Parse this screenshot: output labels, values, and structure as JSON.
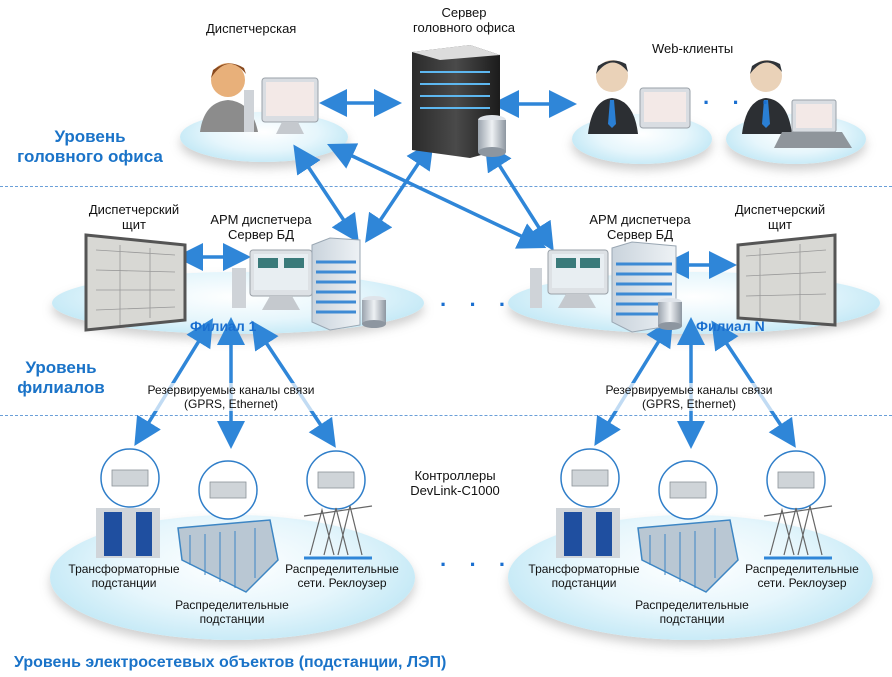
{
  "levels": {
    "head_office": [
      "Уровень",
      "головного офиса"
    ],
    "branches": [
      "Уровень",
      "филиалов"
    ],
    "grid_objects": "Уровень электросетевых объектов (подстанции, ЛЭП)"
  },
  "head_office": {
    "dispatch_label": "Диспетчерская",
    "server_label": [
      "Сервер",
      "головного офиса"
    ],
    "web_clients_label": "Web-клиенты",
    "ellipsis": "· · ·"
  },
  "branch_1": {
    "name": "Филиал 1",
    "panel_label": [
      "Диспетчерский",
      "щит"
    ],
    "workstation_label": [
      "АРМ диспетчера",
      "Сервер БД"
    ],
    "channels_label": [
      "Резервируемые каналы связи",
      "(GPRS, Ethernet)"
    ]
  },
  "branch_n": {
    "name": "Филиал N",
    "panel_label": [
      "Диспетчерский",
      "щит"
    ],
    "workstation_label": [
      "АРМ диспетчера",
      "Сервер БД"
    ],
    "channels_label": [
      "Резервируемые каналы связи",
      "(GPRS, Ethernet)"
    ]
  },
  "branch_ellipsis": "· · ·",
  "controllers_label": [
    "Контроллеры",
    "DevLink-C1000"
  ],
  "objects_1": {
    "transformer": [
      "Трансформаторные",
      "подстанции"
    ],
    "distribution": [
      "Распределительные",
      "подстанции"
    ],
    "network": [
      "Распределительные",
      "сети. Реклоузер"
    ]
  },
  "objects_n": {
    "transformer": [
      "Трансформаторные",
      "подстанции"
    ],
    "distribution": [
      "Распределительные",
      "подстанции"
    ],
    "network": [
      "Распределительные",
      "сети. Реклоузер"
    ]
  },
  "objects_ellipsis": "· · ·",
  "colors": {
    "level_text": "#1a73c8",
    "arrow": "#2f86d8",
    "separator": "#6a9fd8",
    "platform": "#bfe7f5"
  }
}
